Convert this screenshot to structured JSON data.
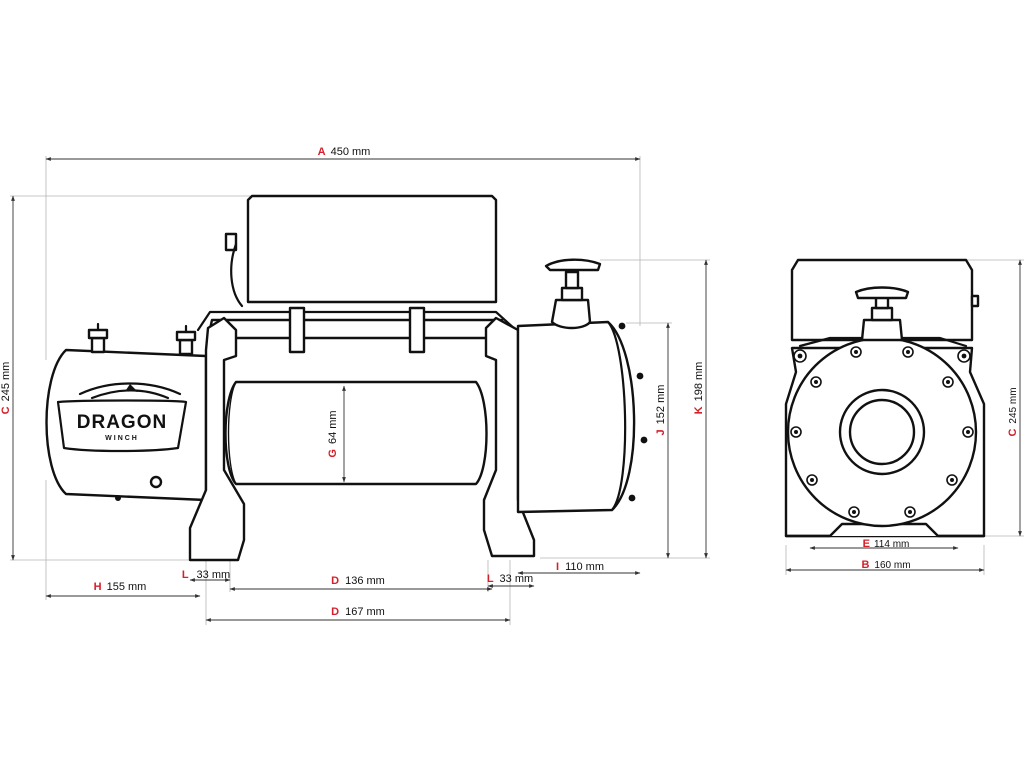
{
  "colors": {
    "letter": "#d4202a",
    "line": "#111111",
    "dimension": "#333333"
  },
  "logo": {
    "brand": "DRAGON",
    "sub": "WINCH"
  },
  "dimensions": {
    "A": {
      "letter": "A",
      "value": "450 mm"
    },
    "C_side": {
      "letter": "C",
      "value": "245 mm"
    },
    "G": {
      "letter": "G",
      "value": "64 mm"
    },
    "J": {
      "letter": "J",
      "value": "152 mm"
    },
    "K": {
      "letter": "K",
      "value": "198 mm"
    },
    "H": {
      "letter": "H",
      "value": "155 mm"
    },
    "L_left": {
      "letter": "L",
      "value": "33 mm"
    },
    "D_inner": {
      "letter": "D",
      "value": "136 mm"
    },
    "L_right": {
      "letter": "L",
      "value": "33 mm"
    },
    "I": {
      "letter": "I",
      "value": "110 mm"
    },
    "D_outer": {
      "letter": "D",
      "value": "167 mm"
    },
    "E": {
      "letter": "E",
      "value": "114 mm"
    },
    "B": {
      "letter": "B",
      "value": "160 mm"
    },
    "C_front": {
      "letter": "C",
      "value": "245 mm"
    }
  }
}
